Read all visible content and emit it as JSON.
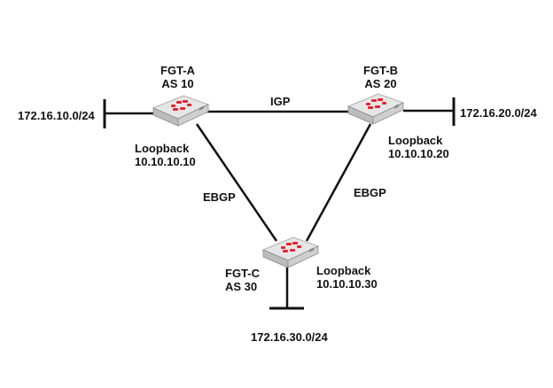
{
  "devices": [
    {
      "id": "fgt-a",
      "name": "FGT-A",
      "as": "AS 10",
      "loopback_label": "Loopback",
      "loopback_ip": "10.10.10.10",
      "subnet": "172.16.10.0/24"
    },
    {
      "id": "fgt-b",
      "name": "FGT-B",
      "as": "AS 20",
      "loopback_label": "Loopback",
      "loopback_ip": "10.10.10.20",
      "subnet": "172.16.20.0/24"
    },
    {
      "id": "fgt-c",
      "name": "FGT-C",
      "as": "AS 30",
      "loopback_label": "Loopback",
      "loopback_ip": "10.10.10.30",
      "subnet": "172.16.30.0/24"
    }
  ],
  "links": [
    {
      "from": "fgt-a",
      "to": "fgt-b",
      "label": "IGP"
    },
    {
      "from": "fgt-a",
      "to": "fgt-c",
      "label": "EBGP"
    },
    {
      "from": "fgt-b",
      "to": "fgt-c",
      "label": "EBGP"
    }
  ],
  "colors": {
    "line": "#111111",
    "device_body": "#d8d8d8",
    "logo": "#e8232f"
  }
}
